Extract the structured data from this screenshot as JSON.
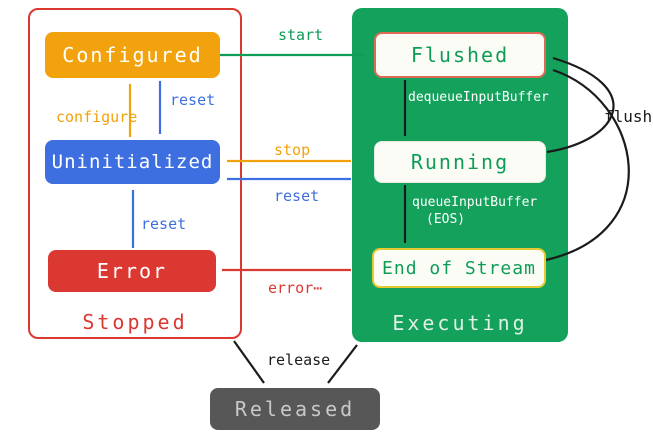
{
  "colors": {
    "orange": "#F2A20C",
    "blue": "#3E6FE1",
    "red": "#DB3832",
    "green": "#13A15B",
    "green_text": "#0E9C57",
    "flushed_border": "#DC6B56",
    "eos_border": "#E6C832",
    "released_bg": "#575757",
    "released_text": "#C9C9C9",
    "executing_label": "#DFF0E4",
    "arrow": "#1B1B1B"
  },
  "stopped": {
    "label": "Stopped",
    "states": {
      "configured": "Configured",
      "uninitialized": "Uninitialized",
      "error": "Error"
    }
  },
  "executing": {
    "label": "Executing",
    "states": {
      "flushed": "Flushed",
      "running": "Running",
      "end_of_stream": "End of Stream"
    }
  },
  "released": {
    "label": "Released"
  },
  "transitions": {
    "start": "start",
    "configure": "configure",
    "reset_from_configured": "reset",
    "reset_from_executing": "reset",
    "reset_from_error": "reset",
    "stop": "stop",
    "error": "error⋯",
    "dequeue_input_buffer": "dequeueInputBuffer",
    "queue_input_buffer": "queueInputBuffer",
    "queue_input_buffer_eos": "(EOS)",
    "flush": "flush",
    "release": "release"
  }
}
